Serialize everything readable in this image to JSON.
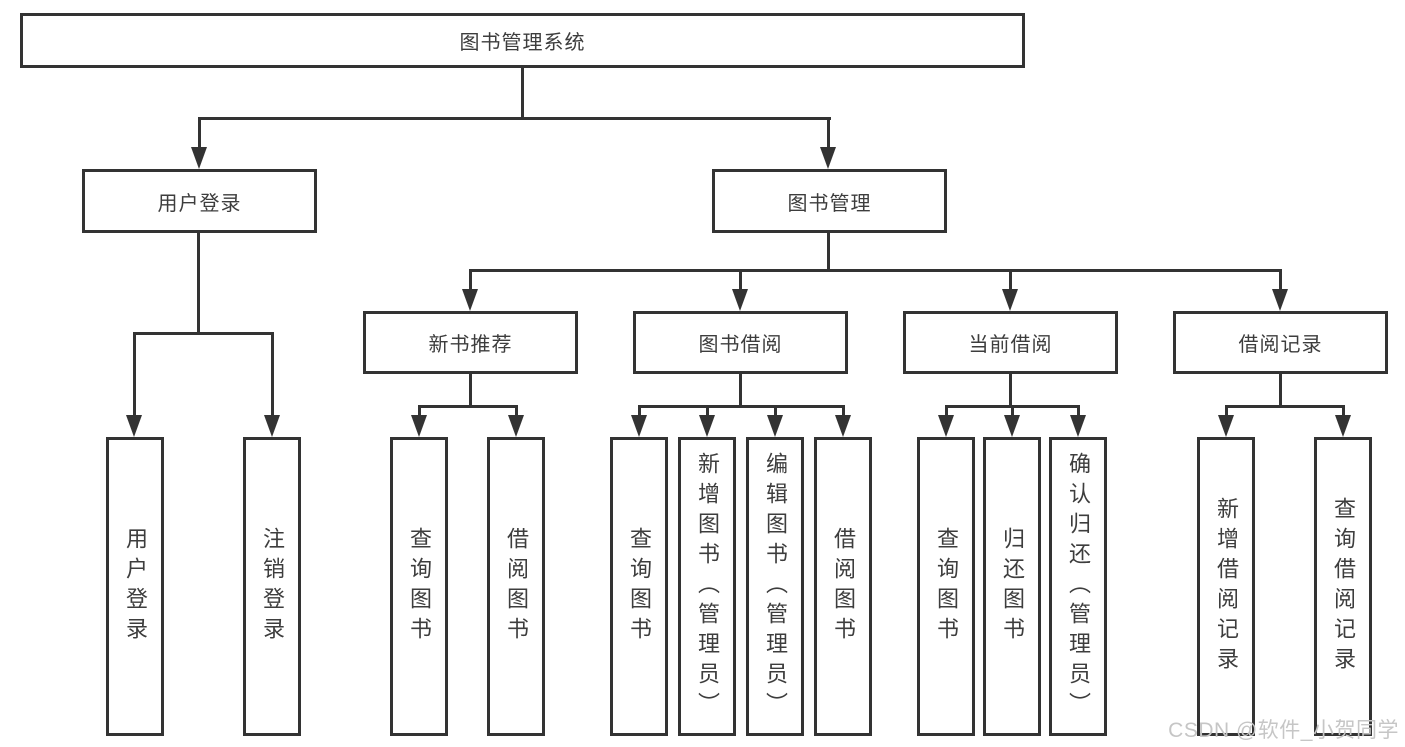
{
  "root": {
    "label": "图书管理系统"
  },
  "level2": {
    "user": {
      "label": "用户登录"
    },
    "book": {
      "label": "图书管理"
    }
  },
  "level3": {
    "newbook": {
      "label": "新书推荐"
    },
    "borrow": {
      "label": "图书借阅"
    },
    "current": {
      "label": "当前借阅"
    },
    "records": {
      "label": "借阅记录"
    }
  },
  "leaves": {
    "user": [
      "用户登录",
      "注销登录"
    ],
    "newbook": [
      "查询图书",
      "借阅图书"
    ],
    "borrow": [
      "查询图书",
      "新增图书（管理员）",
      "编辑图书（管理员）",
      "借阅图书"
    ],
    "current": [
      "查询图书",
      "归还图书",
      "确认归还（管理员）"
    ],
    "records": [
      "新增借阅记录",
      "查询借阅记录"
    ]
  },
  "watermark": "CSDN @软件_小贺同学",
  "colors": {
    "line": "#333333",
    "text": "#3d3d3d",
    "watermark": "#c6c6c6",
    "background": "#ffffff"
  }
}
